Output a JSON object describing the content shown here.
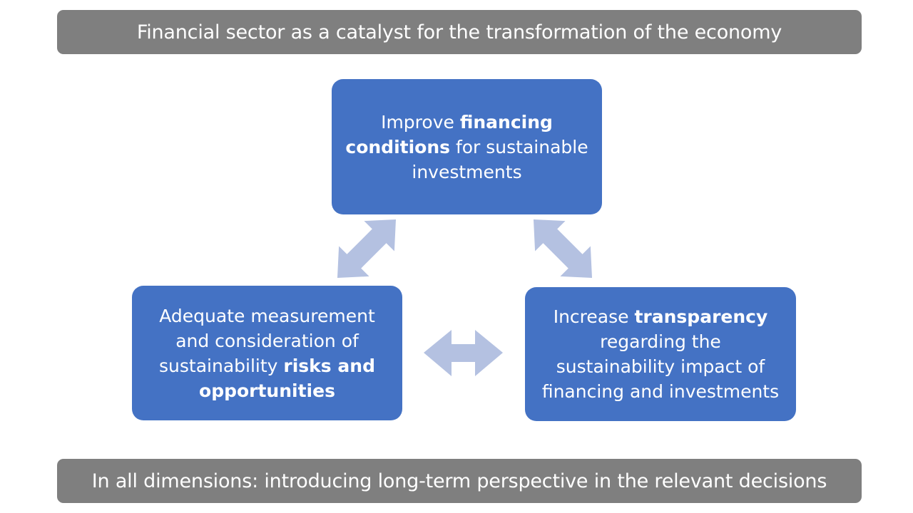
{
  "top_banner": {
    "text": "Financial sector as a catalyst for the transformation of the economy"
  },
  "bottom_banner": {
    "text": "In all dimensions: introducing long-term perspective in the relevant decisions"
  },
  "boxes": {
    "top": {
      "pre": "Improve ",
      "bold": "financing conditions",
      "post": " for sustainable investments"
    },
    "left": {
      "pre": "Adequate measurement and consideration of sustainability ",
      "bold": "risks and opportunities",
      "post": ""
    },
    "right": {
      "pre": "Increase ",
      "bold": "transparency",
      "post": " regarding the sustainability impact of financing and investments"
    }
  },
  "colors": {
    "banner": "#7f7f7f",
    "box": "#4472c4",
    "arrow": "#b4c1e1",
    "text": "#ffffff"
  },
  "icons": {
    "connectors": [
      "double-arrow-icon",
      "double-arrow-icon",
      "double-arrow-icon"
    ]
  }
}
